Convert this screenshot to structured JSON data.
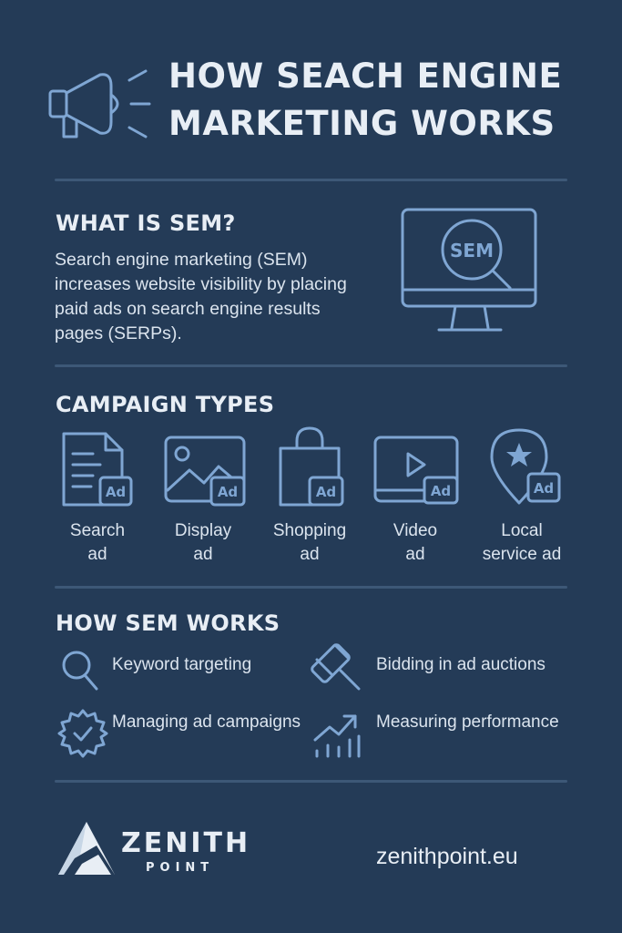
{
  "header": {
    "title_line1": "HOW SEACH ENGINE",
    "title_line2": "MARKETING WORKS",
    "icon": "megaphone-icon"
  },
  "what_is_sem": {
    "heading": "WHAT IS SEM?",
    "lines": [
      "Search engine marketing (SEM)",
      "increases website visibility by placing",
      "paid ads on search engine results",
      "pages (SERPs)."
    ],
    "illustration_text": "SEM",
    "icon": "monitor-search-icon"
  },
  "campaign_types": {
    "heading": "CAMPAIGN TYPES",
    "badge": "Ad",
    "items": [
      {
        "line1": "Search",
        "line2": "ad",
        "icon": "document-icon"
      },
      {
        "line1": "Display",
        "line2": "ad",
        "icon": "image-icon"
      },
      {
        "line1": "Shopping",
        "line2": "ad",
        "icon": "shopping-bag-icon"
      },
      {
        "line1": "Video",
        "line2": "ad",
        "icon": "video-icon"
      },
      {
        "line1": "Local",
        "line2": "service ad",
        "icon": "map-pin-star-icon"
      }
    ]
  },
  "how_sem_works": {
    "heading": "HOW SEM WORKS",
    "steps": [
      {
        "label": "Keyword targeting",
        "icon": "magnifier-icon"
      },
      {
        "label": "Bidding in ad auctions",
        "icon": "gavel-icon"
      },
      {
        "label": "Managing ad campaigns",
        "icon": "gear-check-icon"
      },
      {
        "label": "Measuring performance",
        "icon": "growth-chart-icon"
      }
    ]
  },
  "footer": {
    "brand_name": "ZENITH",
    "brand_sub": "POINT",
    "website": "zenithpoint.eu",
    "logo_icon": "mountain-logo-icon"
  },
  "colors": {
    "background": "#243b57",
    "accent": "#7fa6d3",
    "text": "#e8eef5",
    "divider": "#3d5877"
  }
}
